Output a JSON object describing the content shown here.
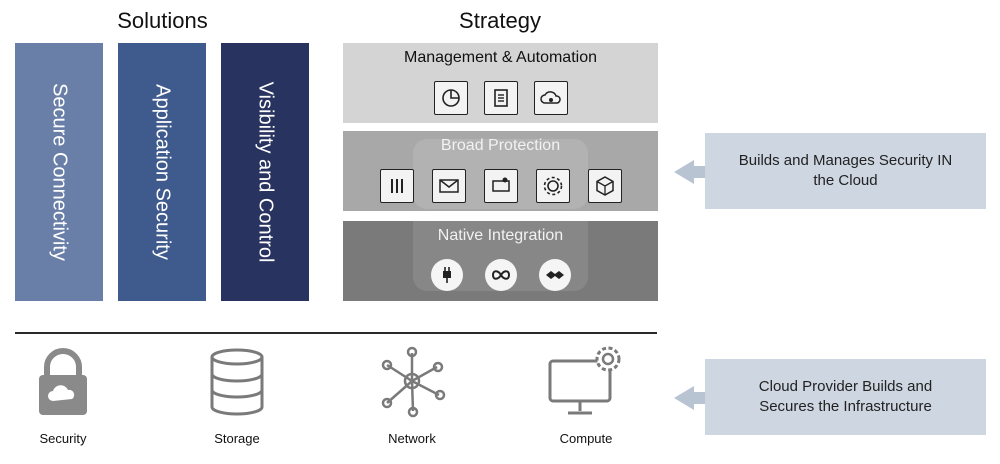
{
  "headings": {
    "solutions": "Solutions",
    "strategy": "Strategy"
  },
  "solutions": [
    {
      "label": "Secure Connectivity",
      "color": "#6a7fa8"
    },
    {
      "label": "Application Security",
      "color": "#3f5a8c"
    },
    {
      "label": "Visibility and Control",
      "color": "#28335f"
    }
  ],
  "strategy": [
    {
      "label": "Management & Automation",
      "icons": [
        "pie-chart-icon",
        "clipboard-icon",
        "cloud-gear-icon"
      ],
      "color": "#d4d4d4"
    },
    {
      "label": "Broad Protection",
      "icons": [
        "firewall-bars-icon",
        "mail-icon",
        "web-app-icon",
        "gear-sun-icon",
        "cube-icon"
      ],
      "color": "#a8a8a8"
    },
    {
      "label": "Native Integration",
      "icons": [
        "plug-icon",
        "infinity-icon",
        "handshake-icon"
      ],
      "color": "#7a7a7a"
    }
  ],
  "callouts": [
    {
      "text": "Builds and Manages Security IN the Cloud"
    },
    {
      "text": "Cloud Provider Builds and Secures the Infrastructure"
    }
  ],
  "infrastructure": [
    {
      "label": "Security",
      "icon": "cloud-lock-icon"
    },
    {
      "label": "Storage",
      "icon": "database-icon"
    },
    {
      "label": "Network",
      "icon": "network-icon"
    },
    {
      "label": "Compute",
      "icon": "monitor-gear-icon"
    }
  ]
}
